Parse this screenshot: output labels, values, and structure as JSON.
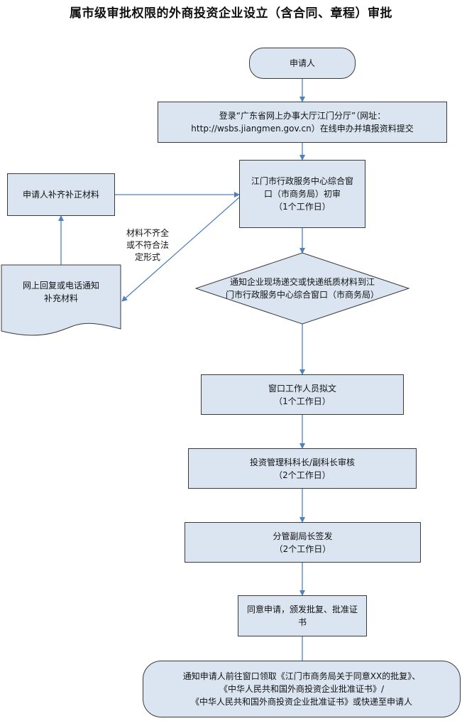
{
  "title": "属市级审批权限的外商投资企业设立（含合同、章程）审批",
  "nodes": {
    "applicant": "申请人",
    "online_apply": "登录“广东省网上办事大厅江门分厅”（网址：\nhttp://wsbs.jiangmen.gov.cn）在线申办并填报资料提交",
    "initial_review": "江门市行政服务中心综合窗\n口（市商务局）初审\n（1个工作日）",
    "supplement": "申请人补齐补正材料",
    "notify_supplement": "网上回复或电话通知\n补充材料",
    "submit_paper": "通知企业现场递交或快递纸质材料到江\n门市行政服务中心综合窗口（市商务局）",
    "draft": "窗口工作人员拟文\n（1个工作日）",
    "section_review": "投资管理科科长/副科长审核\n（2个工作日）",
    "sign": "分管副局长签发\n（2个工作日）",
    "approve": "同意申请，颁发批复、批准证\n书",
    "final_notice": "通知申请人前往窗口领取《江门市商务局关于同意XX的批复》、\n《中华人民共和国外商投资企业批准证书》/\n《中华人民共和国外商投资企业批准证书》或快递至申请人"
  },
  "edge_labels": {
    "incomplete": "材料不齐全\n或不符合法\n定形式"
  },
  "colors": {
    "node_fill": "#dbe5f1",
    "edge": "#4f81bd",
    "border": "#3a3a3a"
  }
}
